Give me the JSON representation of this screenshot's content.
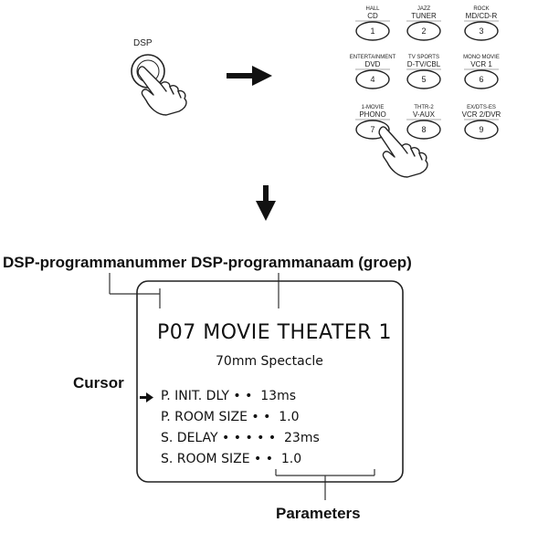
{
  "dsp_button": {
    "label": "DSP"
  },
  "remote_keys": [
    {
      "group": "HALL",
      "name": "CD",
      "num": "1"
    },
    {
      "group": "JAZZ",
      "name": "TUNER",
      "num": "2"
    },
    {
      "group": "ROCK",
      "name": "MD/CD-R",
      "num": "3"
    },
    {
      "group": "ENTERTAINMENT",
      "name": "DVD",
      "num": "4"
    },
    {
      "group": "TV SPORTS",
      "name": "D-TV/CBL",
      "num": "5"
    },
    {
      "group": "MONO MOVIE",
      "name": "VCR 1",
      "num": "6"
    },
    {
      "group": "1-MOVIE",
      "name": "PHONO",
      "num": "7"
    },
    {
      "group": "THTR-2",
      "name": "V-AUX",
      "num": "8"
    },
    {
      "group": "EX/DTS-ES",
      "name": "VCR 2/DVR",
      "num": "9"
    }
  ],
  "labels": {
    "program_number": "DSP-programmanummer",
    "program_name": "DSP-programmanaam (groep)",
    "cursor": "Cursor",
    "parameters": "Parameters"
  },
  "screen": {
    "title": "P07 MOVIE THEATER 1",
    "subtitle": "70mm Spectacle",
    "params": [
      "P. INIT. DLY • •  13ms",
      "P. ROOM SIZE • •  1.0",
      "S. DELAY • • • • •  23ms",
      "S. ROOM SIZE • •  1.0"
    ]
  }
}
